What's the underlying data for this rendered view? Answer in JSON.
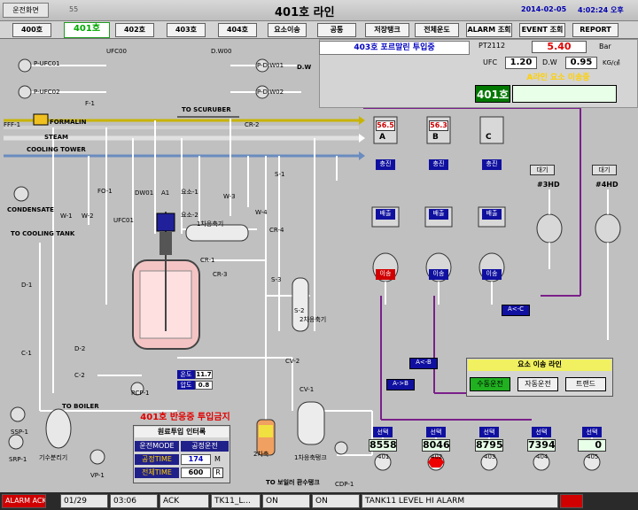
{
  "title_bar": {
    "left_button": "운전화면",
    "code": "55",
    "title": "401호 라인",
    "date": "2014-02-05",
    "time": "4:02:24 오후"
  },
  "nav": [
    "400호",
    "401호",
    "402호",
    "403호",
    "404호",
    "요소이송",
    "공통",
    "저장탱크",
    "전체운도",
    "ALARM 조회",
    "EVENT 조회",
    "REPORT"
  ],
  "nav_active": 1,
  "info_panel": {
    "banner": "403호 포르말린 투입중",
    "pt_label": "PT2112",
    "pt_value": "5.40",
    "pt_unit": "Bar",
    "ufc_label": "UFC",
    "ufc_value": "1.20",
    "dw_label": "D.W",
    "dw_value": "0.95",
    "dw_unit": "KG/㎠",
    "line_status": "A라인 요소 이송중",
    "reactor_label": "401호"
  },
  "pipes": {
    "formalin": "FORMALIN",
    "steam": "STEAM",
    "cooling_tower": "COOLING TOWER",
    "to_scrubber": "TO SCURUBER",
    "condensate": "CONDENSATE",
    "to_cooling_tank": "TO COOLING TANK",
    "to_boiler": "TO BOILER",
    "dw": "D.W",
    "return_tank": "TO 보일러 환수탱크"
  },
  "tags": {
    "p_ufc01": "P-UFC01",
    "p_ufc02": "P-UFC02",
    "ufc00": "UFC00",
    "d_w00": "D.W00",
    "p_dw01": "P-D.W01",
    "p_dw02": "P-D.W02",
    "f1": "F-1",
    "fff1": "FFF-1",
    "cr2": "CR-2",
    "w1": "W-1",
    "w2": "W-2",
    "fo1": "FO-1",
    "ufc01": "UFC01",
    "dw01": "DW01",
    "a1": "A1",
    "yoso1": "요소-1",
    "yoso2": "요소-2",
    "w3": "W-3",
    "w4": "W-4",
    "s1": "S-1",
    "s2": "S-2",
    "s3": "S-3",
    "cr1": "CR-1",
    "cr3": "CR-3",
    "cr4": "CR-4",
    "condenser1": "1차응축기",
    "condenser2": "2차응축기",
    "d1": "D-1",
    "c1": "C-1",
    "d2": "D-2",
    "c2": "C-2",
    "rcp1": "RCP-1",
    "ssp1": "SSP-1",
    "srp1": "SRP-1",
    "vp1": "VP-1",
    "separator": "기수분리기",
    "cv1": "CV-1",
    "cv2": "CV-2",
    "tank2": "2차축",
    "tank1": "1차응축탱크",
    "cdp1": "CDP-1",
    "temp_label": "온도",
    "temp_value": "11.7",
    "press_label": "압도",
    "press_value": "0.8"
  },
  "warning": "401호 반응중 투입금지",
  "interlock": {
    "title": "원료투입 인터록",
    "mode_label": "운전MODE",
    "mode_value": "공정운전",
    "time1_label": "공정TIME",
    "time1_value": "174",
    "time1_unit": "M",
    "time2_label": "전체TIME",
    "time2_value": "600",
    "time2_unit": "R"
  },
  "silos": [
    {
      "name": "A",
      "level": "56.5",
      "btn1": "충진",
      "btn2": "배출",
      "btn3": "이송"
    },
    {
      "name": "B",
      "level": "56.3",
      "btn1": "충진",
      "btn2": "배출",
      "btn3": "이송"
    },
    {
      "name": "C",
      "level": "",
      "btn1": "충진",
      "btn2": "배출",
      "btn3": "이송"
    }
  ],
  "hd_tanks": [
    {
      "btn": "대기",
      "name": "#3HD"
    },
    {
      "btn": "대기",
      "name": "#4HD"
    }
  ],
  "arrow_buttons": {
    "a_c": "A<-C",
    "a_b": "A<-B",
    "b_a": "A->B"
  },
  "urea_panel": {
    "title": "요소 이송 라인",
    "btn_manual": "수동운전",
    "btn_auto": "자동운전",
    "btn_trend": "트랜드"
  },
  "reactors": [
    {
      "btn": "선택",
      "value": "8558",
      "num": "401"
    },
    {
      "btn": "선택",
      "value": "8046",
      "num": "402"
    },
    {
      "btn": "선택",
      "value": "8795",
      "num": "403"
    },
    {
      "btn": "선택",
      "value": "7394",
      "num": "404"
    },
    {
      "btn": "선택",
      "value": "0",
      "num": "405"
    }
  ],
  "status_bar": {
    "alarm_ack": "ALARM ACK",
    "date": "01/29",
    "time": "03:06",
    "ack": "ACK",
    "tag": "TK11_L...",
    "on1": "ON",
    "on2": "ON",
    "message": "TANK11 LEVEL HI ALARM"
  },
  "colors": {
    "alarm": "#ff0000",
    "nav_active": "#00a000",
    "pipe_purple": "#7a1f8a",
    "select_blue": "#1010a0"
  }
}
